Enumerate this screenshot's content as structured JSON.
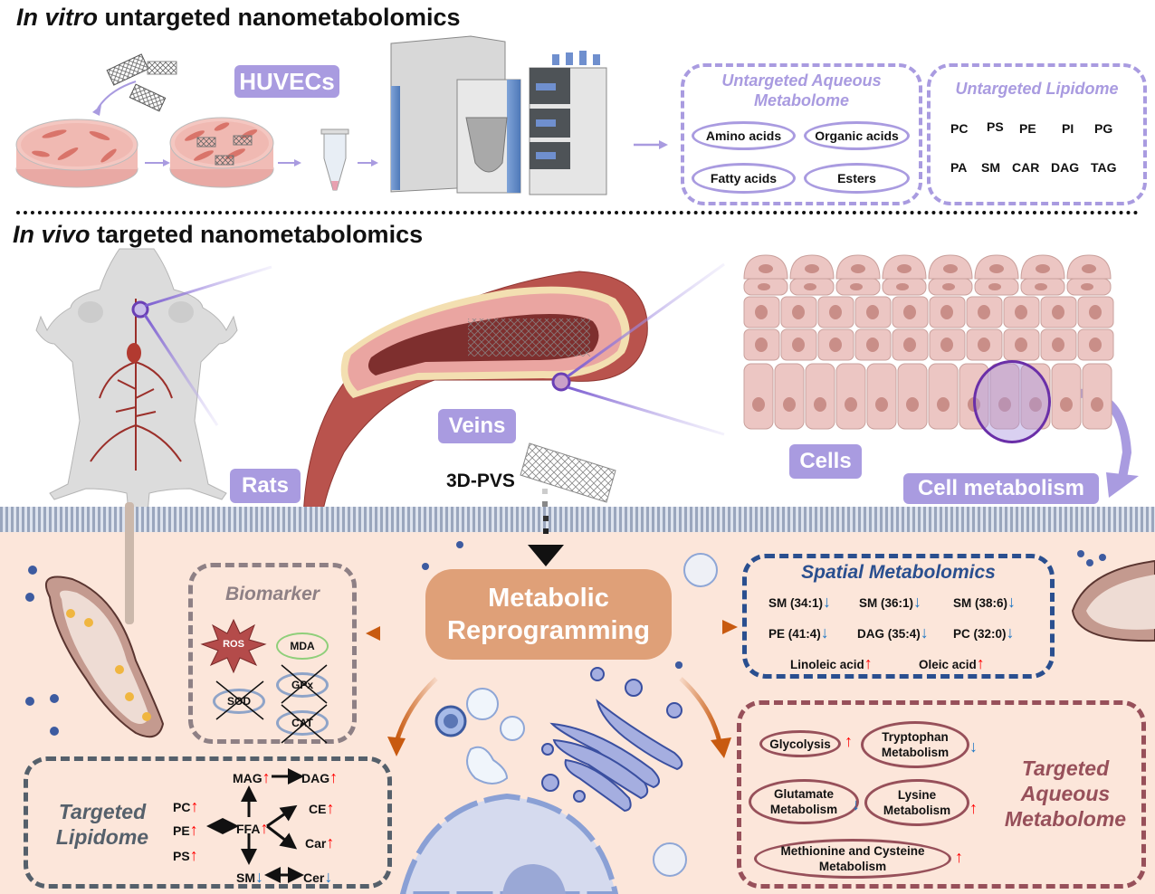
{
  "top_section": {
    "title_italic": "In vitro",
    "title_rest": " untargeted nanometabolomics",
    "cell_tag": "HUVECs",
    "aqueous_box": {
      "title_line1": "Untargeted Aqueous",
      "title_line2": "Metabolome",
      "items": [
        "Amino acids",
        "Organic acids",
        "Fatty acids",
        "Esters"
      ]
    },
    "lipidome_box": {
      "title": "Untargeted Lipidome",
      "row1": [
        "PC",
        "PS",
        "PE",
        "PI",
        "PG"
      ],
      "row2": [
        "PA",
        "SM",
        "CAR",
        "DAG",
        "TAG"
      ]
    }
  },
  "middle_section": {
    "title_italic": "In vivo",
    "title_rest": " targeted nanometabolomics",
    "tags": {
      "rats": "Rats",
      "veins": "Veins",
      "cells": "Cells",
      "cell_metabolism": "Cell metabolism"
    },
    "stent_label": "3D-PVS"
  },
  "bottom_section": {
    "center": {
      "line1": "Metabolic",
      "line2": "Reprogramming"
    },
    "biomarker": {
      "title": "Biomarker",
      "ros": "ROS",
      "mda": "MDA",
      "crossed": [
        "GPx",
        "SOD",
        "CAT"
      ]
    },
    "spatial": {
      "title": "Spatial Metabolomics",
      "items": [
        {
          "label": "SM (34:1)",
          "dir": "down"
        },
        {
          "label": "SM (36:1)",
          "dir": "down"
        },
        {
          "label": "SM (38:6)",
          "dir": "down"
        },
        {
          "label": "PE (41:4)",
          "dir": "down"
        },
        {
          "label": "DAG (35:4)",
          "dir": "down"
        },
        {
          "label": "PC (32:0)",
          "dir": "down"
        },
        {
          "label": "Linoleic acid",
          "dir": "up"
        },
        {
          "label": "Oleic acid",
          "dir": "up"
        }
      ]
    },
    "targeted_lipidome": {
      "title_line1": "Targeted",
      "title_line2": "Lipidome",
      "nodes": {
        "PC": "PC",
        "PE": "PE",
        "PS": "PS",
        "FFA": "FFA",
        "MAG": "MAG",
        "DAG": "DAG",
        "CE": "CE",
        "Car": "Car",
        "SM": "SM",
        "Cer": "Cer"
      },
      "directions": {
        "PC": "up",
        "PE": "up",
        "PS": "up",
        "FFA": "up",
        "MAG": "up",
        "DAG": "up",
        "CE": "up",
        "Car": "up",
        "SM": "down",
        "Cer": "down"
      }
    },
    "targeted_aqueous": {
      "title_line1": "Targeted",
      "title_line2": "Aqueous",
      "title_line3": "Metabolome",
      "items": [
        {
          "line1": "Glycolysis",
          "line2": "",
          "dir": "up"
        },
        {
          "line1": "Tryptophan",
          "line2": "Metabolism",
          "dir": "down"
        },
        {
          "line1": "Glutamate",
          "line2": "Metabolism",
          "dir": "down"
        },
        {
          "line1": "Lysine",
          "line2": "Metabolism",
          "dir": "up"
        },
        {
          "line1": "Methionine and Cysteine",
          "line2": "Metabolism",
          "dir": "up"
        }
      ]
    }
  },
  "colors": {
    "purple_tag": "#a99be0",
    "purple_dash": "#a99be0",
    "cytoplasm": "#fce6da",
    "center_box": "#dfa078",
    "orange_arrow": "#c85a10",
    "spatial_blue": "#2a4f8f",
    "aqueous_maroon": "#97505a",
    "lipidome_gray": "#55606b",
    "biomarker_gray": "#8e8085",
    "up_red": "#ff0000",
    "down_blue": "#1b75c4"
  }
}
